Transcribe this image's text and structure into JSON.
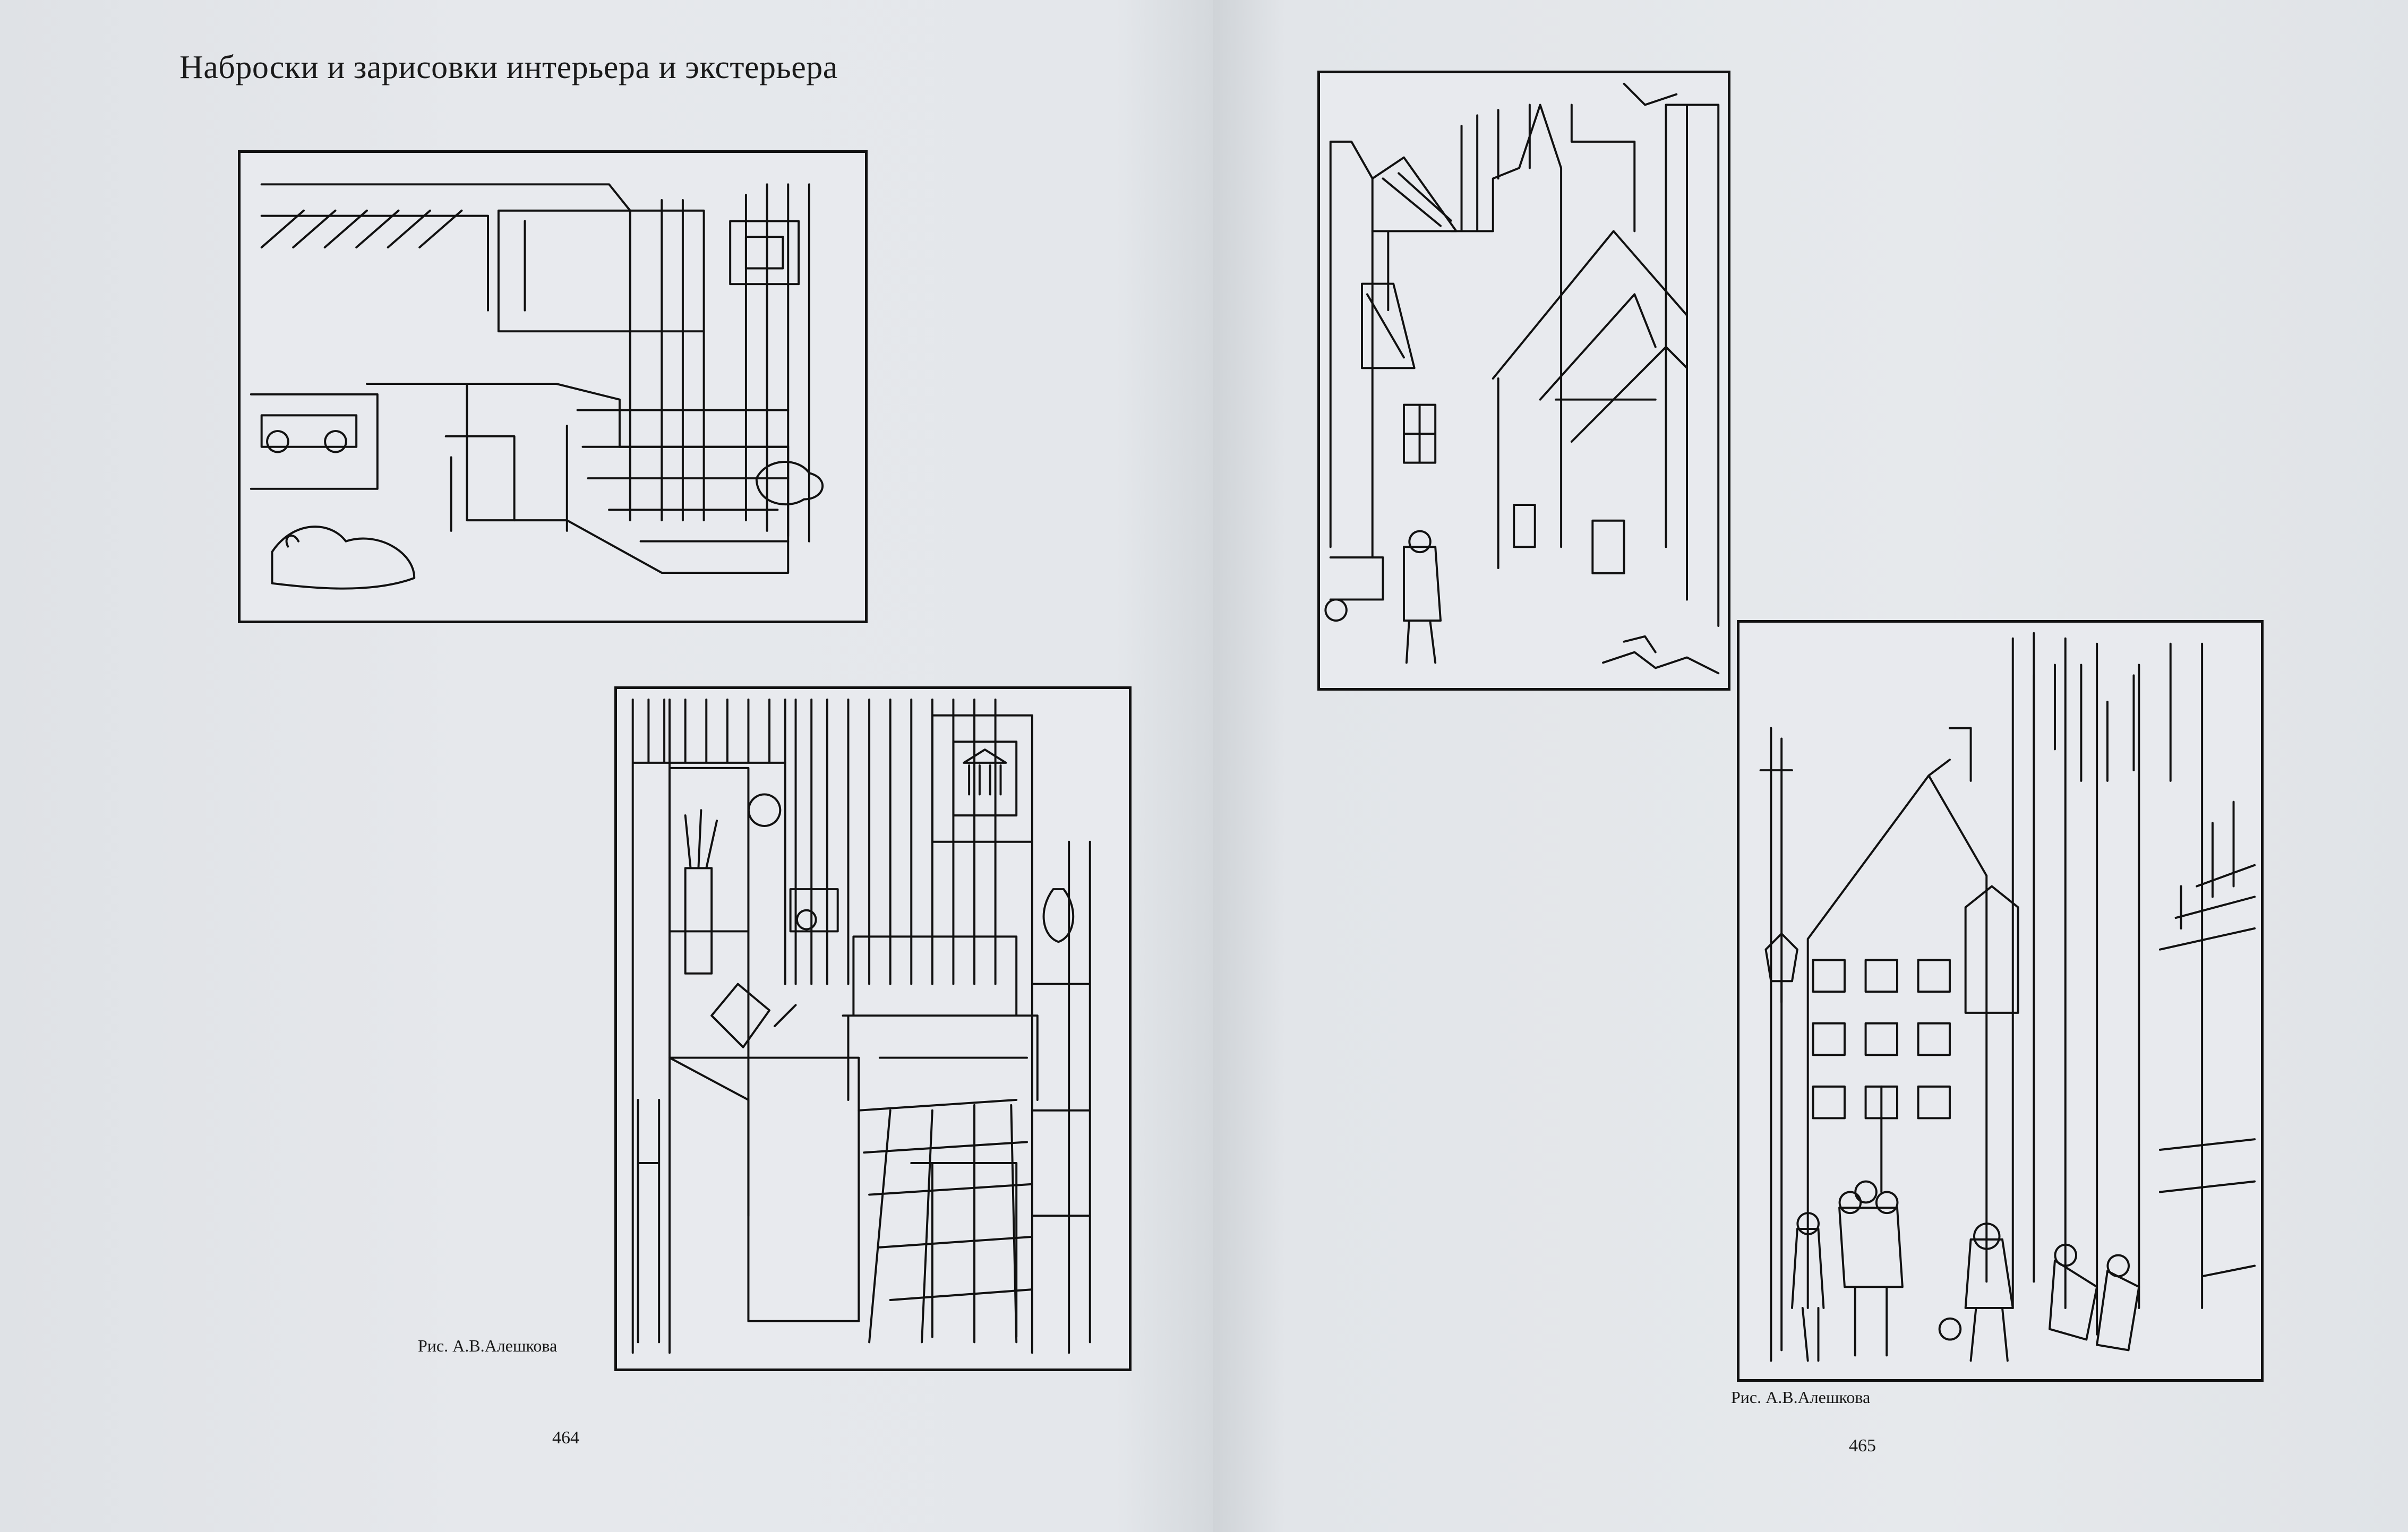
{
  "left_page": {
    "title": "Наброски и зарисовки интерьера и экстерьера",
    "caption": "Рис. А.В.Алешкова",
    "page_number": "464"
  },
  "right_page": {
    "caption": "Рис. А.В.Алешкова",
    "page_number": "465"
  }
}
